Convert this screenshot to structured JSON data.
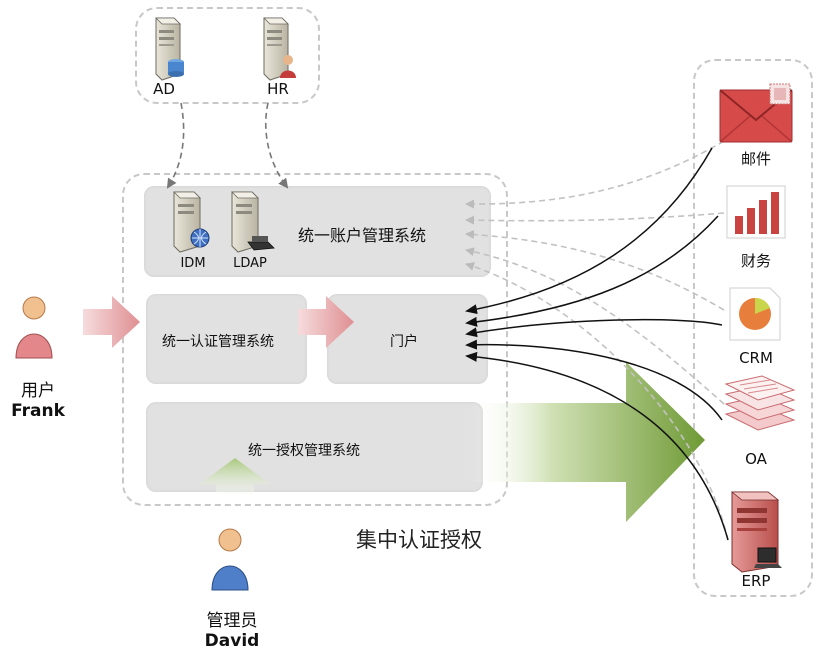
{
  "sources": {
    "ad_label": "AD",
    "hr_label": "HR"
  },
  "center": {
    "account_system": "统一账户管理系统",
    "idm_label": "IDM",
    "ldap_label": "LDAP",
    "auth_system": "统一认证管理系统",
    "portal": "门户",
    "authz_system": "统一授权管理系统",
    "caption": "集中认证授权"
  },
  "user": {
    "role": "用户",
    "name": "Frank"
  },
  "admin": {
    "role": "管理员",
    "name": "David"
  },
  "apps": [
    {
      "label": "邮件",
      "icon": "mail-icon"
    },
    {
      "label": "财务",
      "icon": "bar-chart-icon"
    },
    {
      "label": "CRM",
      "icon": "pie-chart-icon"
    },
    {
      "label": "OA",
      "icon": "documents-stack-icon"
    },
    {
      "label": "ERP",
      "icon": "server-terminal-icon"
    }
  ],
  "colors": {
    "pink_arrow": "#e4999c",
    "green_arrow": "#7da240",
    "panel": "#e1e1e1",
    "dashed": "#c8c8c8"
  }
}
